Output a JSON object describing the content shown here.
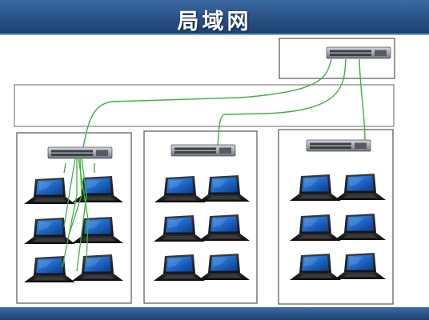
{
  "header": {
    "title": "局域网"
  },
  "diagram": {
    "network": "lan",
    "core_switch": {
      "icon": "switch-icon"
    },
    "groups": [
      {
        "switch_icon": "switch-icon",
        "laptop_count": 6,
        "laptop_icon": "laptop-icon"
      },
      {
        "switch_icon": "switch-icon",
        "laptop_count": 6,
        "laptop_icon": "laptop-icon"
      },
      {
        "switch_icon": "switch-icon",
        "laptop_count": 6,
        "laptop_icon": "laptop-icon"
      }
    ],
    "colors": {
      "header_bg": "#284e80",
      "cable": "#3cb43c",
      "box_border": "#555555",
      "switch_body": "#a7acb1",
      "screen": "#1c64c4"
    }
  }
}
